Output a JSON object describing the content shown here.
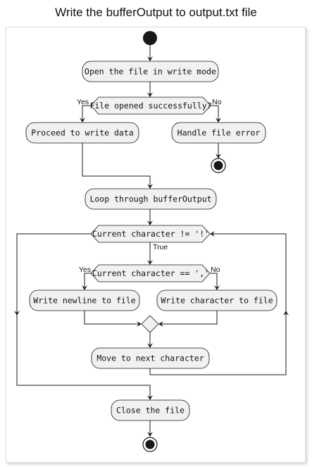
{
  "diagram": {
    "title": "Write the bufferOutput to output.txt file",
    "actions": {
      "open_file": "Open the file in write mode",
      "proceed": "Proceed to write data",
      "handle_error": "Handle file error",
      "loop": "Loop through bufferOutput",
      "write_newline": "Write newline to file",
      "write_char": "Write character to file",
      "move_next": "Move to next character",
      "close_file": "Close the file"
    },
    "decisions": {
      "file_opened": "File opened successfully?",
      "loop_cond": "Current character != '!'",
      "char_cond": "Current character == ','"
    },
    "labels": {
      "yes1": "Yes",
      "no1": "No",
      "true1": "True",
      "yes2": "Yes",
      "no2": "No"
    }
  }
}
